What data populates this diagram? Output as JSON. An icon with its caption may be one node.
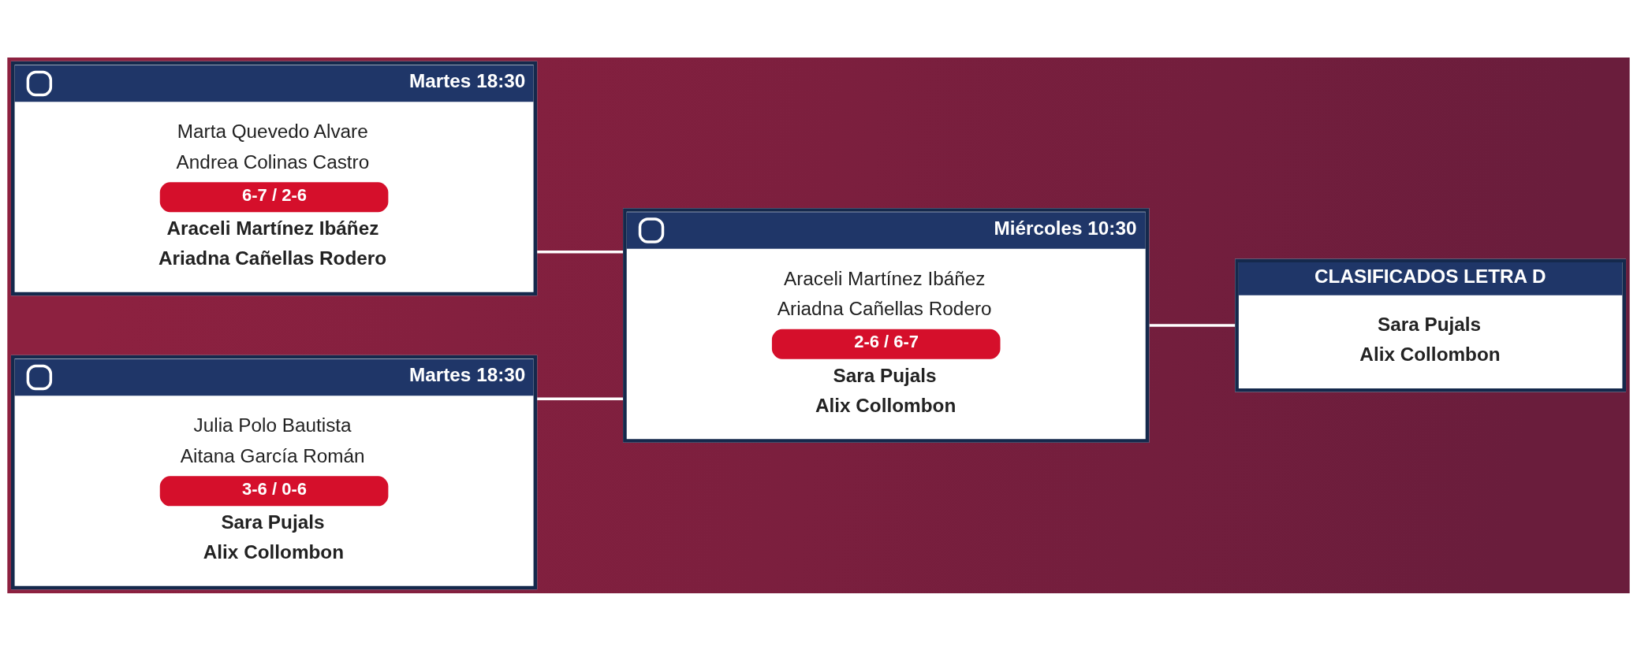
{
  "diagram": {
    "nodes": [
      {
        "text": [
          "Martes 18:30",
          "Marta Quevedo Alvare",
          "Andrea Colinas Castro",
          "6-7 / 2-6",
          "Araceli Martínez Ibáñez",
          "Ariadna Cañellas Rodero"
        ]
      },
      {
        "text": [
          "Martes 18:30",
          "Julia Polo Bautista",
          "Aitana García Román",
          "3-6 / 0-6",
          "Sara Pujals",
          "Alix Collombon"
        ]
      },
      {
        "text": [
          "Miércoles 10:30",
          "Araceli Martínez Ibáñez",
          "Ariadna Cañellas Rodero",
          "2-6 / 6-7",
          "Sara Pujals",
          "Alix Collombon"
        ]
      },
      {
        "text": [
          "CLASIFICADOS LETRA D",
          "Sara Pujals",
          "Alix Collombon"
        ]
      }
    ],
    "edges": [
      {
        "from": 0,
        "to": 2,
        "arrow": "none"
      },
      {
        "from": 1,
        "to": 2,
        "arrow": "none"
      },
      {
        "from": 2,
        "to": 3,
        "arrow": "none"
      }
    ]
  }
}
